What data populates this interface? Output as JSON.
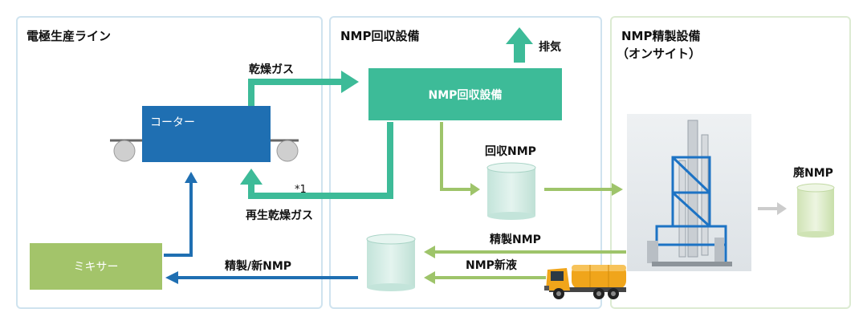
{
  "panels": {
    "line": {
      "title": "電極生産ライン"
    },
    "recovery": {
      "title": "NMP回収設備"
    },
    "refining": {
      "title_line1": "NMP精製設備",
      "title_line2": "（オンサイト）"
    }
  },
  "boxes": {
    "coater": "コーター",
    "recovery_unit": "NMP回収設備",
    "mixer": "ミキサー"
  },
  "labels": {
    "dry_gas": "乾燥ガス",
    "exhaust": "排気",
    "regen_gas": "再生乾燥ガス",
    "note_marker": "*1",
    "recovered_nmp": "回収NMP",
    "waste_nmp": "廃NMP",
    "refined_nmp": "精製NMP",
    "new_nmp_liquid": "NMP新液",
    "refined_new_nmp": "精製/新NMP"
  },
  "colors": {
    "panel_border_blue": "#cfe3ef",
    "panel_border_green": "#dcebd2",
    "coater_blue": "#1f6fb2",
    "teal": "#3dbb98",
    "olive_green": "#9ec46a",
    "mixer_green": "#a3c46a",
    "arrow_gray": "#cccccc",
    "tank_fill": "#cfe9e1"
  }
}
